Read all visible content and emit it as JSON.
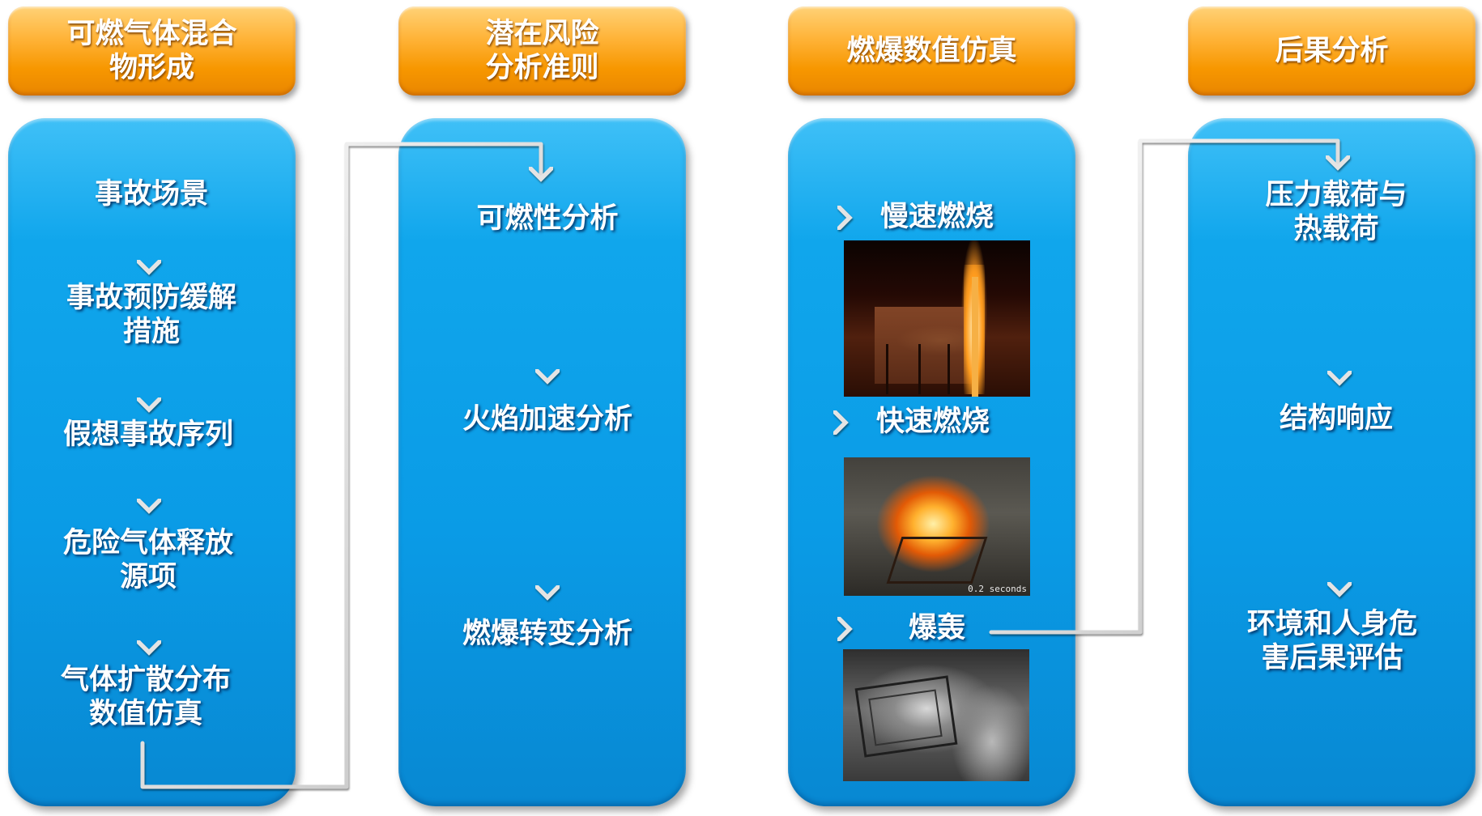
{
  "headers": [
    {
      "label_lines": [
        "可燃气体混合",
        "物形成"
      ]
    },
    {
      "label_lines": [
        "潜在风险",
        "分析准则"
      ]
    },
    {
      "label_lines": [
        "燃爆数值仿真"
      ]
    },
    {
      "label_lines": [
        "后果分析"
      ]
    }
  ],
  "column1": {
    "steps": [
      [
        "事故场景"
      ],
      [
        "事故预防缓解",
        "措施"
      ],
      [
        "假想事故序列"
      ],
      [
        "危险气体释放",
        "源项"
      ],
      [
        "气体扩散分布",
        "数值仿真"
      ]
    ]
  },
  "column2": {
    "steps": [
      "可燃性分析",
      "火焰加速分析",
      "燃爆转变分析"
    ]
  },
  "column3": {
    "items": [
      "慢速燃烧",
      "快速燃烧",
      "爆轰"
    ],
    "photo_caption": "0.2 seconds"
  },
  "column4": {
    "steps": [
      [
        "压力载荷与",
        "热载荷"
      ],
      [
        "结构响应"
      ],
      [
        "环境和人身危",
        "害后果评估"
      ]
    ]
  },
  "colors": {
    "header_orange": "#f79700",
    "column_blue": "#0a9be6",
    "text": "#ffffff",
    "connector": "#d9d9d9"
  }
}
